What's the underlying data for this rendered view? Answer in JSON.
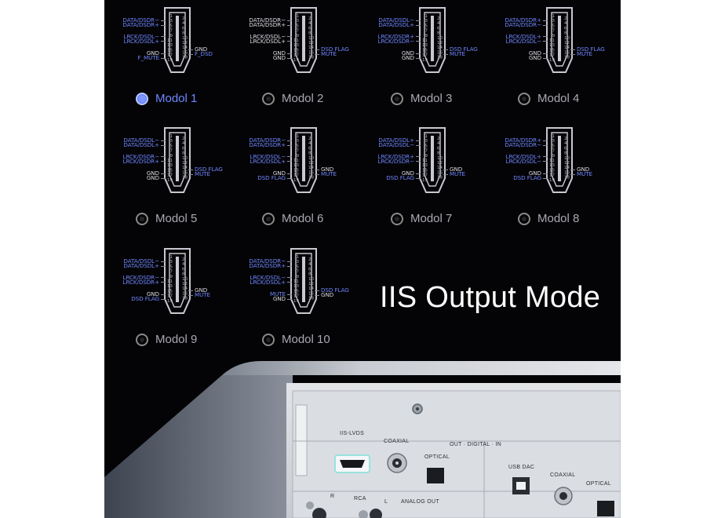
{
  "headline": "IIS Output Mode",
  "accent_color": "#6e86ff",
  "modes": [
    {
      "name": "Modol 1",
      "selected": true,
      "left": [
        {
          "text": "DATA/DSDR−",
          "c": "b"
        },
        {
          "text": "DATA/DSDR+",
          "c": "b"
        },
        {
          "text": "LRCK/DSDL−",
          "c": "b"
        },
        {
          "text": "LRCK/DSDL+",
          "c": "b"
        },
        {
          "text": "GND",
          "c": "w"
        },
        {
          "text": "F_MUTE",
          "c": "b"
        }
      ],
      "right": [
        {
          "text": "GND",
          "c": "w"
        },
        {
          "text": "F_DSD",
          "c": "b"
        }
      ]
    },
    {
      "name": "Modol 2",
      "selected": false,
      "left": [
        {
          "text": "DATA/DSDR−",
          "c": "w"
        },
        {
          "text": "DATA/DSDR+",
          "c": "w"
        },
        {
          "text": "LRCK/DSDL−",
          "c": "w"
        },
        {
          "text": "LRCK/DSDL+",
          "c": "w"
        },
        {
          "text": "GND",
          "c": "w"
        },
        {
          "text": "GND",
          "c": "w"
        }
      ],
      "right": [
        {
          "text": "DSD FLAG",
          "c": "b"
        },
        {
          "text": "MUTE",
          "c": "b"
        }
      ]
    },
    {
      "name": "Modol 3",
      "selected": false,
      "left": [
        {
          "text": "DATA/DSDL−",
          "c": "b"
        },
        {
          "text": "DATA/DSDL+",
          "c": "b"
        },
        {
          "text": "LRCK/DSDR+",
          "c": "b"
        },
        {
          "text": "LRCK/DSDR−",
          "c": "b"
        },
        {
          "text": "GND",
          "c": "w"
        },
        {
          "text": "GND",
          "c": "w"
        }
      ],
      "right": [
        {
          "text": "DSD FLAG",
          "c": "b"
        },
        {
          "text": "MUTE",
          "c": "b"
        }
      ]
    },
    {
      "name": "Modol 4",
      "selected": false,
      "left": [
        {
          "text": "DATA/DSDR+",
          "c": "b"
        },
        {
          "text": "DATA/DSDR−",
          "c": "b"
        },
        {
          "text": "LRCK/DSDL+",
          "c": "b"
        },
        {
          "text": "LRCK/DSDL−",
          "c": "b"
        },
        {
          "text": "GND",
          "c": "w"
        },
        {
          "text": "GND",
          "c": "w"
        }
      ],
      "right": [
        {
          "text": "DSD FLAG",
          "c": "b"
        },
        {
          "text": "MUTE",
          "c": "b"
        }
      ]
    },
    {
      "name": "Modol 5",
      "selected": false,
      "left": [
        {
          "text": "DATA/DSDL−",
          "c": "b"
        },
        {
          "text": "DATA/DSDL+",
          "c": "b"
        },
        {
          "text": "LRCK/DSDR−",
          "c": "b"
        },
        {
          "text": "LRCK/DSDR+",
          "c": "b"
        },
        {
          "text": "GND",
          "c": "w"
        },
        {
          "text": "GND",
          "c": "w"
        }
      ],
      "right": [
        {
          "text": "DSD FLAG",
          "c": "b"
        },
        {
          "text": "MUTE",
          "c": "b"
        }
      ]
    },
    {
      "name": "Modol 6",
      "selected": false,
      "left": [
        {
          "text": "DATA/DSDR−",
          "c": "b"
        },
        {
          "text": "DATA/DSDR+",
          "c": "b"
        },
        {
          "text": "LRCK/DSDL−",
          "c": "b"
        },
        {
          "text": "LRCK/DSDL+",
          "c": "b"
        },
        {
          "text": "GND",
          "c": "w"
        },
        {
          "text": "DSD FLAG",
          "c": "b"
        }
      ],
      "right": [
        {
          "text": "GND",
          "c": "w"
        },
        {
          "text": "MUTE",
          "c": "b"
        }
      ]
    },
    {
      "name": "Modol 7",
      "selected": false,
      "left": [
        {
          "text": "DATA/DSDL+",
          "c": "b"
        },
        {
          "text": "DATA/DSDL−",
          "c": "b"
        },
        {
          "text": "LRCK/DSDR+",
          "c": "b"
        },
        {
          "text": "LRCK/DSDR−",
          "c": "b"
        },
        {
          "text": "GND",
          "c": "w"
        },
        {
          "text": "DSD FLAG",
          "c": "b"
        }
      ],
      "right": [
        {
          "text": "GND",
          "c": "w"
        },
        {
          "text": "MUTE",
          "c": "b"
        }
      ]
    },
    {
      "name": "Modol 8",
      "selected": false,
      "left": [
        {
          "text": "DATA/DSDR+",
          "c": "b"
        },
        {
          "text": "DATA/DSDR−",
          "c": "b"
        },
        {
          "text": "LRCK/DSDL+",
          "c": "b"
        },
        {
          "text": "LRCK/DSDL−",
          "c": "b"
        },
        {
          "text": "GND",
          "c": "w"
        },
        {
          "text": "DSD FLAG",
          "c": "b"
        }
      ],
      "right": [
        {
          "text": "GND",
          "c": "w"
        },
        {
          "text": "MUTE",
          "c": "b"
        }
      ]
    },
    {
      "name": "Modol 9",
      "selected": false,
      "left": [
        {
          "text": "DATA/DSDL−",
          "c": "b"
        },
        {
          "text": "DATA/DSDL+",
          "c": "b"
        },
        {
          "text": "LRCK/DSDR−",
          "c": "b"
        },
        {
          "text": "LRCK/DSDR+",
          "c": "b"
        },
        {
          "text": "GND",
          "c": "w"
        },
        {
          "text": "DSD FLAG",
          "c": "b"
        }
      ],
      "right": [
        {
          "text": "GND",
          "c": "w"
        },
        {
          "text": "MUTE",
          "c": "b"
        }
      ]
    },
    {
      "name": "Modol 10",
      "selected": false,
      "left": [
        {
          "text": "DATA/DSDR−",
          "c": "b"
        },
        {
          "text": "DATA/DSDR+",
          "c": "b"
        },
        {
          "text": "LRCK/DSDL−",
          "c": "b"
        },
        {
          "text": "LRCK/DSDL+",
          "c": "b"
        },
        {
          "text": "MUTE",
          "c": "b"
        },
        {
          "text": "GND",
          "c": "w"
        }
      ],
      "right": [
        {
          "text": "DSD FLAG",
          "c": "b"
        },
        {
          "text": "GND",
          "c": "w"
        }
      ]
    }
  ],
  "pin_numbers": {
    "left": [
      "1",
      "3",
      "5",
      "7",
      "9",
      "11",
      "13",
      "15",
      "17",
      "19"
    ],
    "right": [
      "2",
      "4",
      "6",
      "8",
      "10",
      "12",
      "14",
      "16",
      "18"
    ]
  },
  "device": {
    "iis_lvds": "IIS-LVDS",
    "coaxial": "COAXIAL",
    "optical": "OPTICAL",
    "out_digital_in": "OUT · DIGITAL · IN",
    "usb_dac": "USB DAC",
    "coaxial_in": "COAXIAL",
    "optical_in": "OPTICAL",
    "analog_out": "ANALOG OUT",
    "r": "R",
    "rca": "RCA",
    "l": "L"
  }
}
